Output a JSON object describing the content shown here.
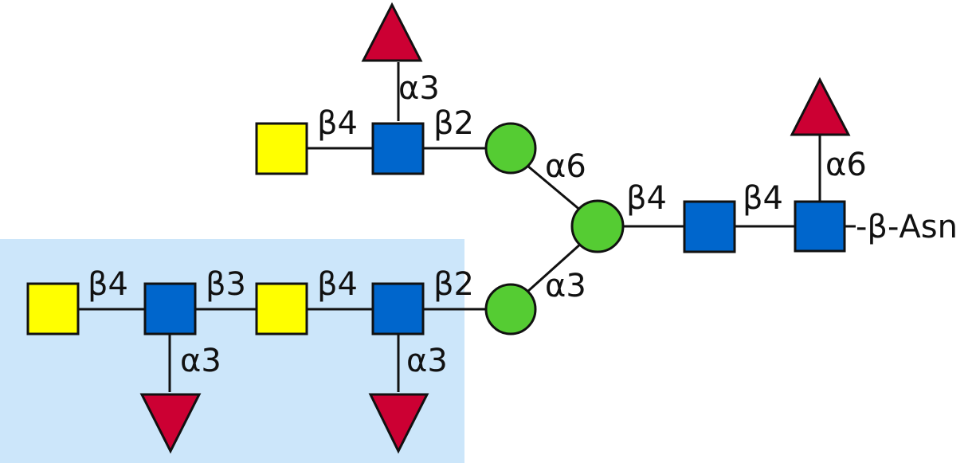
{
  "colors": {
    "background": "#ffffff",
    "highlight": "#cce6fa",
    "galactose": "#ffff00",
    "glcnac": "#0066cc",
    "mannose": "#55cc33",
    "fucose": "#cc0033",
    "line": "#111111"
  },
  "glycan": {
    "linkages": {
      "top_fuc": "α3",
      "top_gal": "β4",
      "top_glcnac": "β2",
      "man_a6": "α6",
      "man_core": "β4",
      "core_glcnac": "β4",
      "core_fuc": "α6",
      "b_gal1": "β4",
      "b_beta3": "β3",
      "b_gal2": "β4",
      "b_glcnac": "β2",
      "man_a3": "α3",
      "b_fuc1": "α3",
      "b_fuc2": "α3"
    },
    "aglycone": "-β-Asn"
  }
}
